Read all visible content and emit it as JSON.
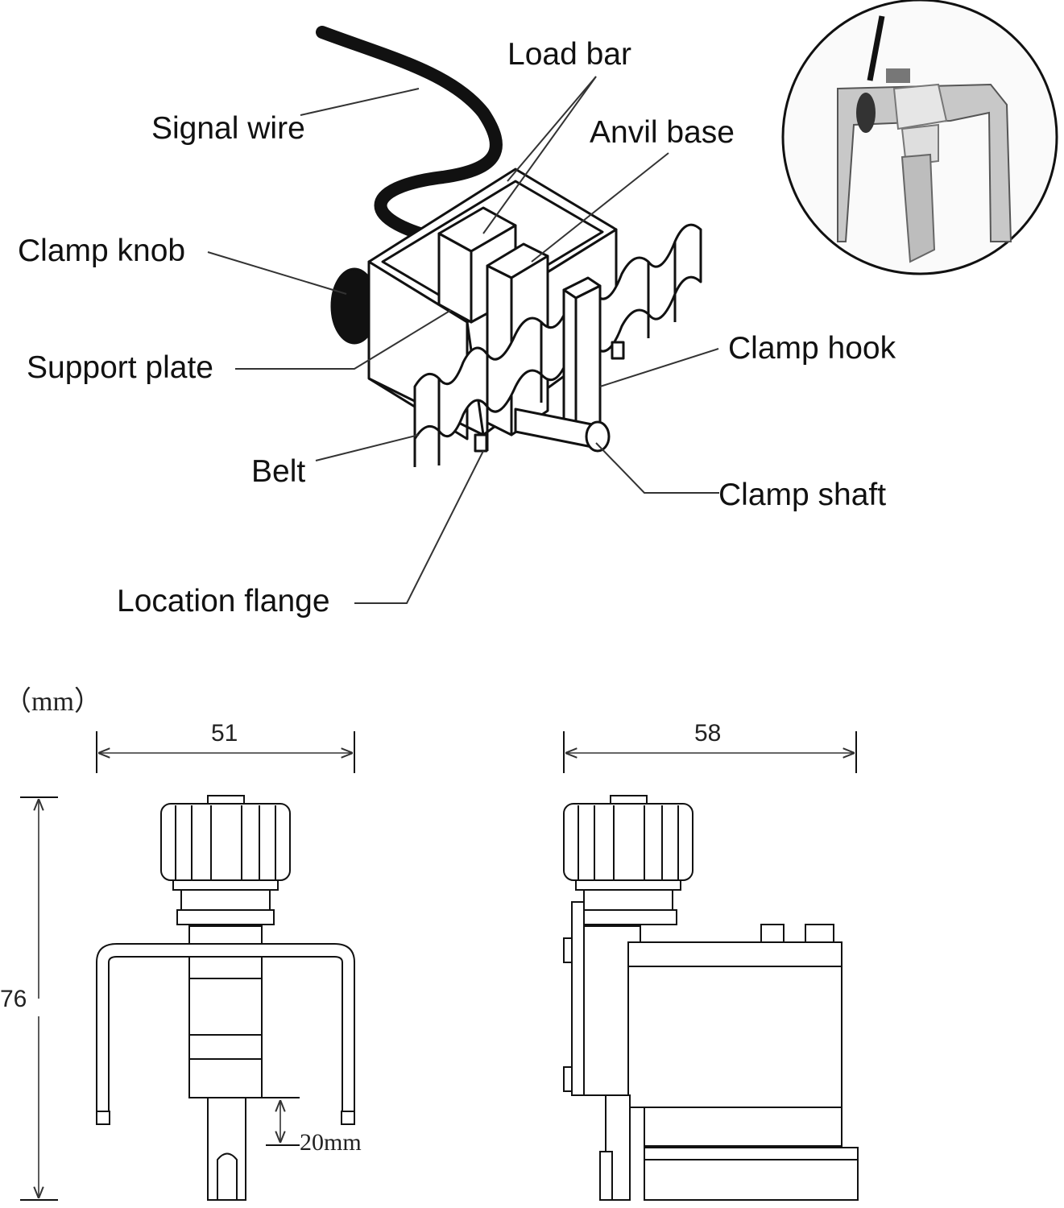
{
  "labels": {
    "load_bar": "Load bar",
    "signal_wire": "Signal wire",
    "anvil_base": "Anvil base",
    "clamp_knob": "Clamp knob",
    "support_plate": "Support plate",
    "clamp_hook": "Clamp hook",
    "belt": "Belt",
    "clamp_shaft": "Clamp shaft",
    "location_flange": "Location flange"
  },
  "dimensions": {
    "unit": "（mm）",
    "front_width": "51",
    "side_width": "58",
    "height": "76",
    "shaft_length": "20mm"
  }
}
